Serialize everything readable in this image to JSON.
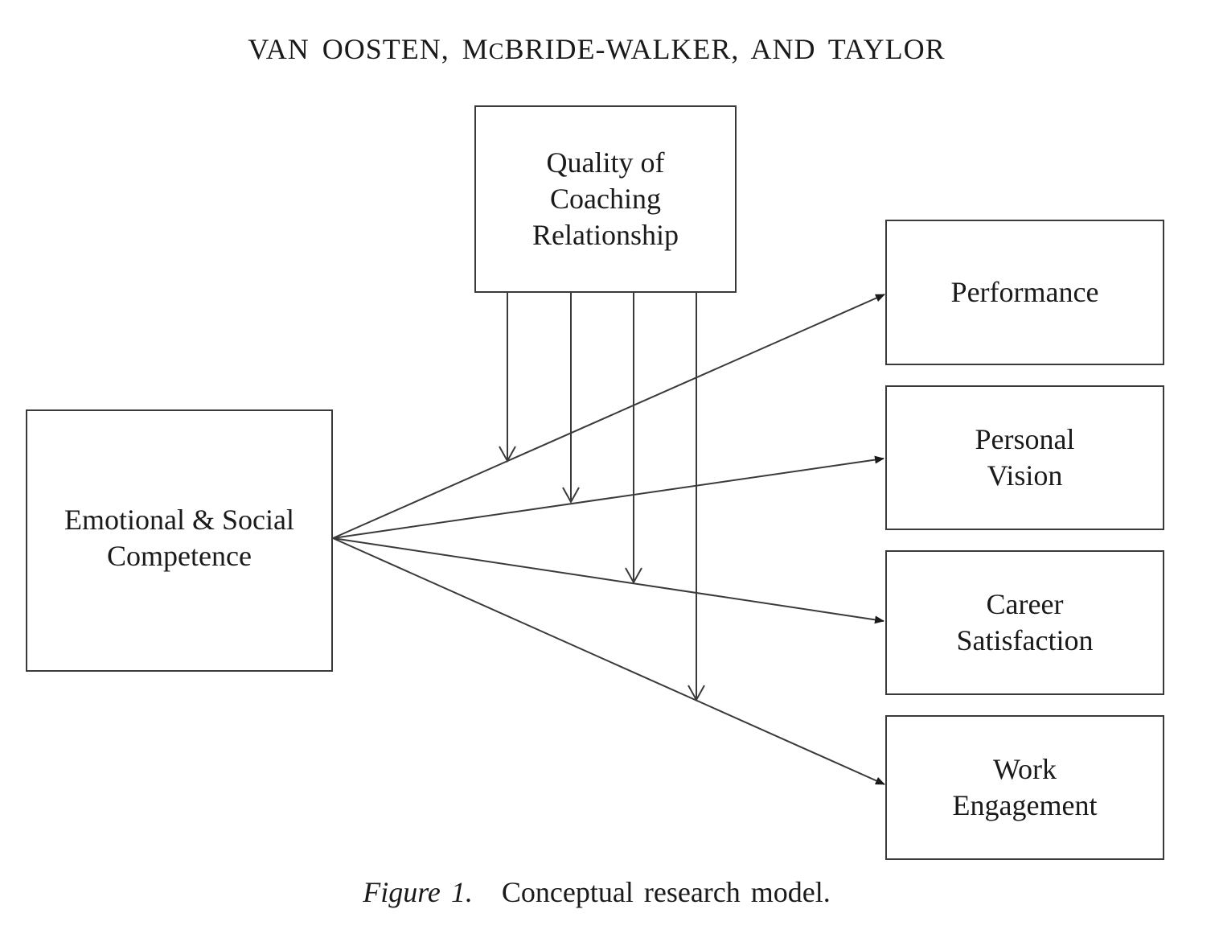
{
  "running_head": {
    "text_before_mc": "VAN OOSTEN, ",
    "mc_m": "M",
    "mc_c": "C",
    "text_after_mc": "BRIDE-WALKER, AND TAYLOR"
  },
  "nodes": {
    "emotional": {
      "line1": "Emotional & Social",
      "line2": "Competence"
    },
    "quality": {
      "line1": "Quality of",
      "line2": "Coaching",
      "line3": "Relationship"
    },
    "performance": {
      "line1": "Performance"
    },
    "vision": {
      "line1": "Personal",
      "line2": "Vision"
    },
    "career": {
      "line1": "Career",
      "line2": "Satisfaction"
    },
    "work": {
      "line1": "Work",
      "line2": "Engagement"
    }
  },
  "edges": [
    {
      "from": "emotional",
      "to": "performance",
      "type": "direct"
    },
    {
      "from": "emotional",
      "to": "vision",
      "type": "direct"
    },
    {
      "from": "emotional",
      "to": "career",
      "type": "direct"
    },
    {
      "from": "emotional",
      "to": "work",
      "type": "direct"
    },
    {
      "from": "quality",
      "to": "emotional->performance",
      "type": "moderation"
    },
    {
      "from": "quality",
      "to": "emotional->vision",
      "type": "moderation"
    },
    {
      "from": "quality",
      "to": "emotional->career",
      "type": "moderation"
    },
    {
      "from": "quality",
      "to": "emotional->work",
      "type": "moderation"
    }
  ],
  "colors": {
    "line": "#3a3a3a",
    "text": "#1a1a1a",
    "background": "#ffffff"
  },
  "caption": {
    "figure_label": "Figure 1.",
    "text": "Conceptual research model."
  }
}
